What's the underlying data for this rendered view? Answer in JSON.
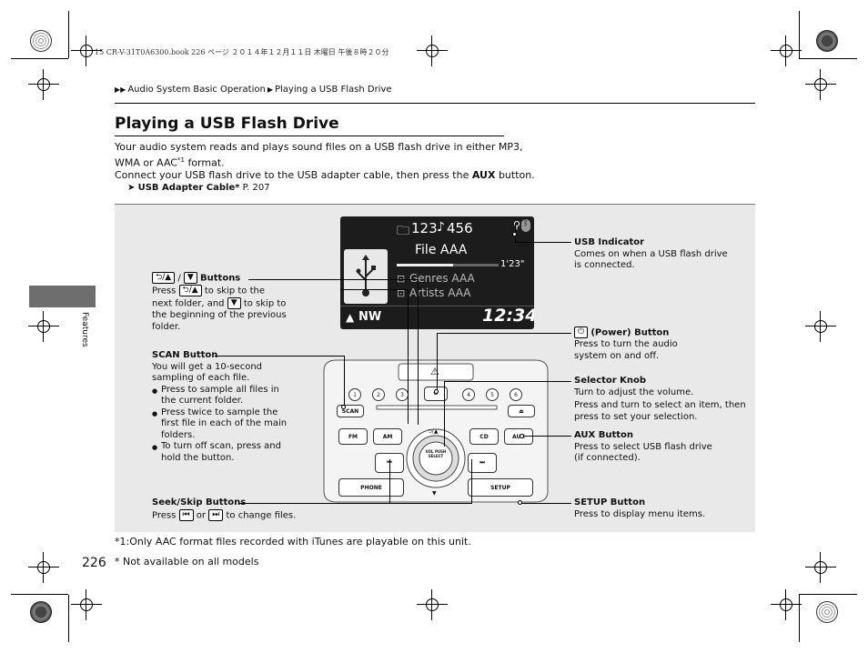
{
  "print_header": "15 CR-V-31T0A6300.book  226 ページ  ２０１４年１２月１１日  木曜日  午後８時２０分",
  "breadcrumb": {
    "arrows": "▶▶",
    "item1": "Audio System Basic Operation",
    "sep": "▶",
    "item2": "Playing a USB Flash Drive"
  },
  "title": "Playing a USB Flash Drive",
  "intro": {
    "line1": "Your audio system reads and plays sound files on a USB flash drive in either MP3,",
    "line2_a": "WMA or AAC",
    "line2_sup": "*1",
    "line2_b": " format.",
    "line3_a": "Connect your USB flash drive to the USB adapter cable, then press the ",
    "line3_bold": "AUX",
    "line3_b": " button."
  },
  "reference": {
    "label": "USB Adapter Cable",
    "star": "*",
    "page": " P. 207"
  },
  "side_label": "Features",
  "display": {
    "folder_num": "123",
    "track_num": "456",
    "file": "File AAA",
    "time": "1'23\"",
    "genre": "Genres AAA",
    "artist": "Artists AAA",
    "compass": "NW",
    "clock": "12:34"
  },
  "callouts": {
    "usb_indicator": {
      "title": "USB Indicator",
      "l1": "Comes on when a USB flash drive",
      "l2": "is connected."
    },
    "folder_buttons": {
      "title": "Buttons",
      "slash": " / ",
      "l1a": "Press ",
      "l1b": " to skip to the",
      "l2a": "next folder, and ",
      "l2b": " to skip to",
      "l3": "the beginning of the previous",
      "l4": "folder."
    },
    "power": {
      "title": "(Power) Button",
      "l1": "Press to turn the audio",
      "l2": "system on and off."
    },
    "scan": {
      "title": "SCAN Button",
      "l1": "You will get a 10-second",
      "l2": "sampling of each file.",
      "b1a": "Press to sample all files in",
      "b1b": "the current folder.",
      "b2a": "Press twice to sample the",
      "b2b": "first file in each of the main",
      "b2c": "folders.",
      "b3a": "To turn off scan, press and",
      "b3b": "hold the button."
    },
    "selector": {
      "title": "Selector Knob",
      "l1": "Turn to adjust the volume.",
      "l2": "Press and turn to select an item, then",
      "l3": "press to set your selection."
    },
    "aux": {
      "title": "AUX Button",
      "l1": "Press to select USB flash drive",
      "l2": "(if connected)."
    },
    "seek": {
      "title": "Seek/Skip Buttons",
      "l1a": "Press ",
      "l1b": " or ",
      "l1c": " to change files."
    },
    "setup": {
      "title": "SETUP Button",
      "l1": "Press to display menu items."
    }
  },
  "unit": {
    "presets": [
      "1",
      "2",
      "3",
      "4",
      "5",
      "6"
    ],
    "scan": "SCAN",
    "fm": "FM",
    "am": "AM",
    "cd": "CD",
    "aux": "AUX",
    "phone": "PHONE",
    "setup": "SETUP",
    "knob": "VOL PUSH SELECT"
  },
  "footnote": "*1:Only AAC format files recorded with iTunes are playable on this unit.",
  "not_available": "* Not available on all models",
  "page_number": "226"
}
